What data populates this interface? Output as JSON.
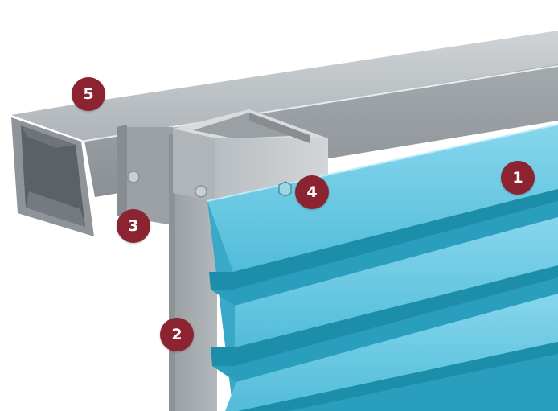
{
  "colors": {
    "marker": "#8b2330",
    "steel_light": "#c8ccd0",
    "steel_mid": "#a7adb2",
    "steel_dark": "#7d8489",
    "louvre_light": "#79d0e8",
    "louvre_mid": "#4cb8d6",
    "louvre_dark": "#1d8ea9"
  },
  "markers": [
    {
      "label": "1",
      "part": "louvre-panel"
    },
    {
      "label": "2",
      "part": "vertical-post"
    },
    {
      "label": "3",
      "part": "bolt-left"
    },
    {
      "label": "4",
      "part": "bolt-right"
    },
    {
      "label": "5",
      "part": "top-beam"
    }
  ]
}
